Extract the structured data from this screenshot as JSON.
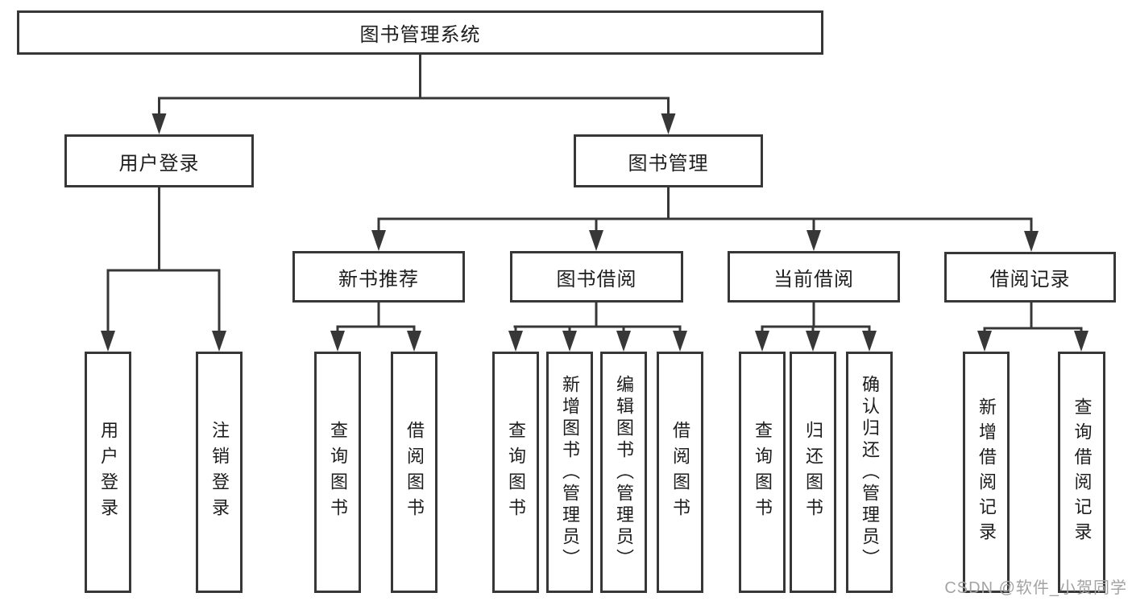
{
  "diagram": {
    "root": "图书管理系统",
    "level1": {
      "user_login": "用户登录",
      "book_mgmt": "图书管理"
    },
    "level2": {
      "new_book_rec": "新书推荐",
      "book_borrow": "图书借阅",
      "current_borrow": "当前借阅",
      "borrow_record": "借阅记录"
    },
    "leaves": {
      "user_login": "用户登录",
      "logout": "注销登录",
      "rec_query_book": "查询图书",
      "rec_borrow_book": "借阅图书",
      "bb_query_book": "查询图书",
      "bb_add_book_admin": "新增图书（管理员）",
      "bb_edit_book_admin": "编辑图书（管理员）",
      "bb_borrow_book": "借阅图书",
      "cb_query_book": "查询图书",
      "cb_return_book": "归还图书",
      "cb_confirm_return_admin": "确认归还（管理员）",
      "br_add_record": "新增借阅记录",
      "br_query_record": "查询借阅记录"
    }
  },
  "watermark": "CSDN @软件_小贺同学",
  "colors": {
    "line": "#373737",
    "text": "#1d1d1d",
    "watermark": "#a3a3a3",
    "background": "#ffffff"
  }
}
